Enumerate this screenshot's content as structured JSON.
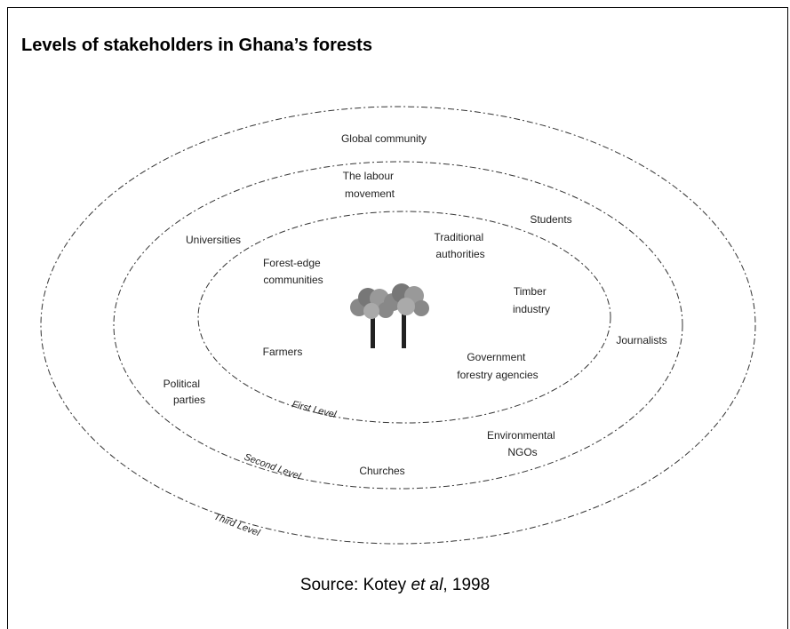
{
  "title": "Levels of stakeholders in Ghana’s forests",
  "levels": {
    "first": "First Level",
    "second": "Second Level",
    "third": "Third Level"
  },
  "stakeholders": {
    "global_community": "Global community",
    "labour_movement": [
      "The labour",
      "movement"
    ],
    "students": "Students",
    "universities": "Universities",
    "traditional_authorities": [
      "Traditional",
      "authorities"
    ],
    "forest_edge_communities": [
      "Forest-edge",
      "communities"
    ],
    "timber_industry": [
      "Timber",
      "industry"
    ],
    "journalists": "Journalists",
    "farmers": "Farmers",
    "government_forestry_agencies": [
      "Government",
      "forestry agencies"
    ],
    "political_parties": [
      "Political",
      "parties"
    ],
    "environmental_ngos": [
      "Environmental",
      "NGOs"
    ],
    "churches": "Churches"
  },
  "source": {
    "prefix": "Source: Kotey ",
    "italic": "et al",
    "suffix": ", 1998"
  }
}
